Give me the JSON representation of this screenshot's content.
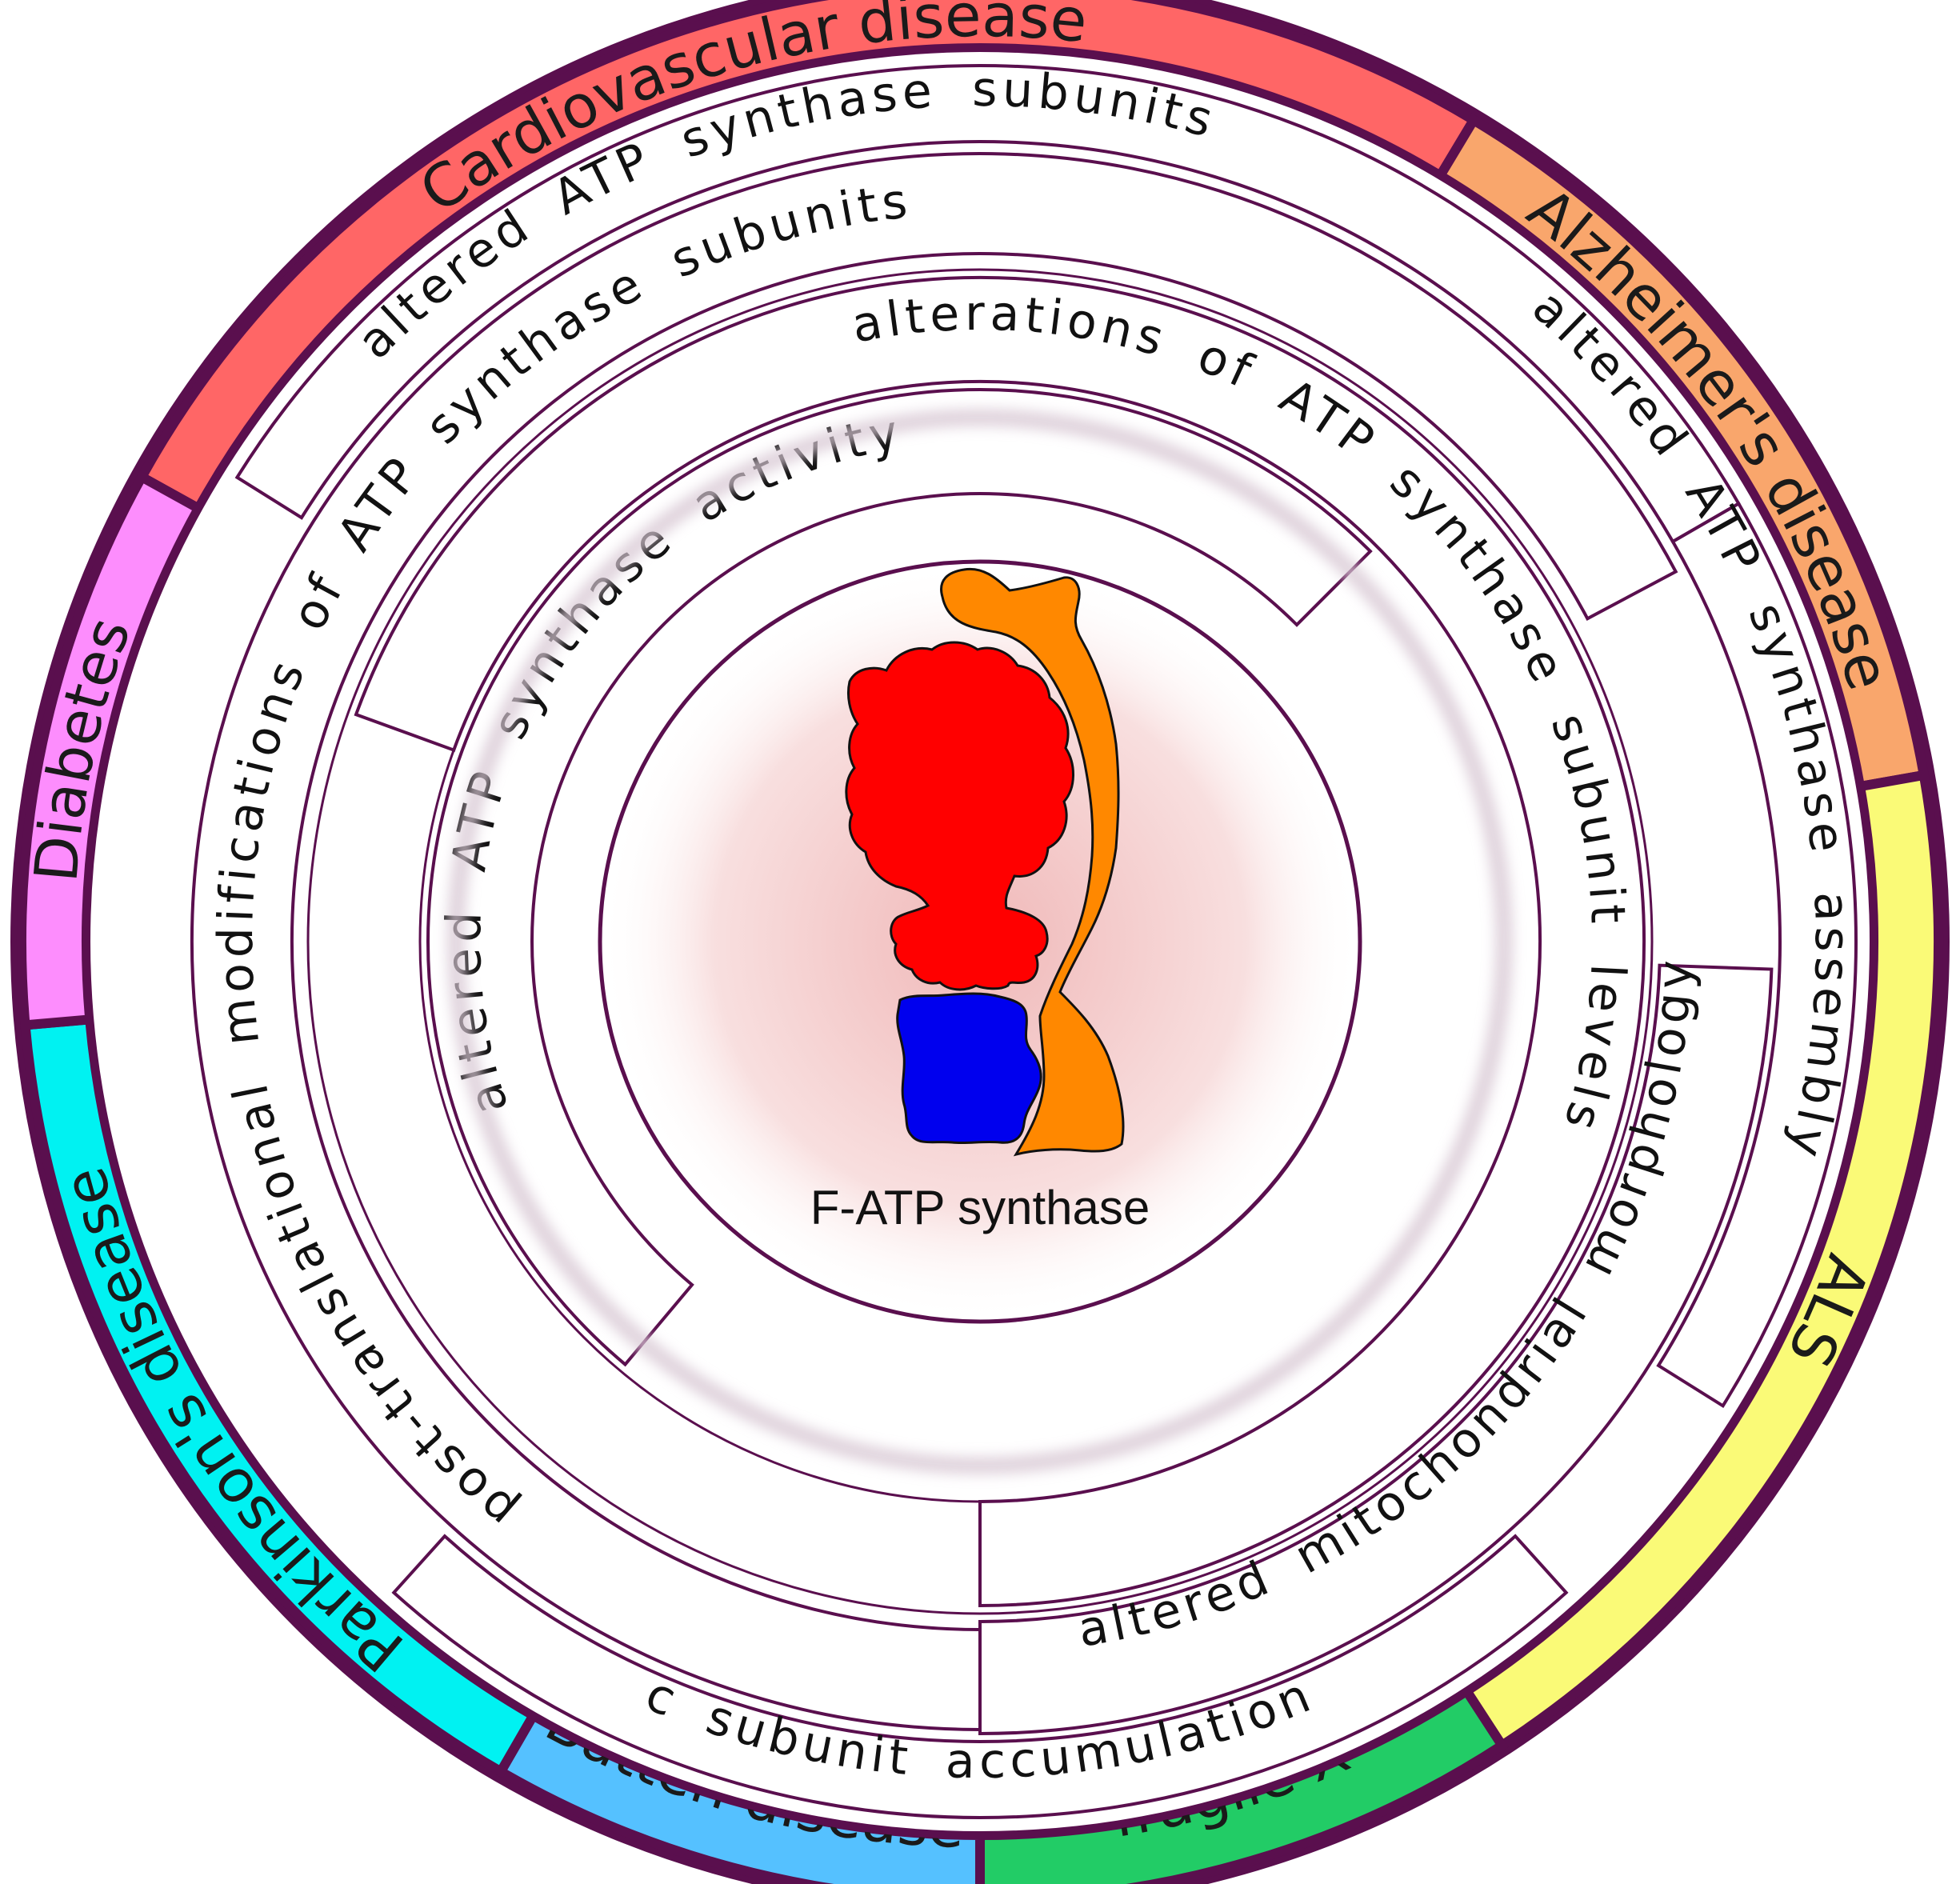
{
  "center": {
    "label": "F-ATP synthase",
    "glow_color": "#f0b8b8",
    "f1_color": "#ff0000",
    "fo_color": "#0000ee",
    "stalk_color": "#ff8800"
  },
  "outline_color": "#5a0f4e",
  "diseases": [
    {
      "id": "cardiovascular",
      "label": "Cardiovascular disease",
      "color": "#ff6666"
    },
    {
      "id": "alzheimers",
      "label": "Alzheimer's disease",
      "color": "#f9a66c"
    },
    {
      "id": "als",
      "label": "ALS",
      "color": "#fafa77"
    },
    {
      "id": "fragile-x",
      "label": "fragile X",
      "color": "#22cc66"
    },
    {
      "id": "batten",
      "label": "Batten disease",
      "color": "#55c1ff"
    },
    {
      "id": "parkinsons",
      "label": "Parkinson's disease",
      "color": "#00f2f2"
    },
    {
      "id": "diabetes",
      "label": "Diabetes",
      "color": "#fd8dfd"
    }
  ],
  "mechanisms": [
    {
      "id": "subunits",
      "label": "altered ATP synthase subunits"
    },
    {
      "id": "assembly",
      "label": "altered ATP synthase assembly"
    },
    {
      "id": "ptm",
      "label": "post-translational modifications of ATP synthase subunits"
    },
    {
      "id": "levels",
      "label": "alterations of ATP synthase subunit levels"
    },
    {
      "id": "activity",
      "label": "altered ATP synthase activity"
    },
    {
      "id": "morphology",
      "label": "altered mitochondrial morphology"
    },
    {
      "id": "c-subunit",
      "label": "c subunit accumulation"
    }
  ]
}
